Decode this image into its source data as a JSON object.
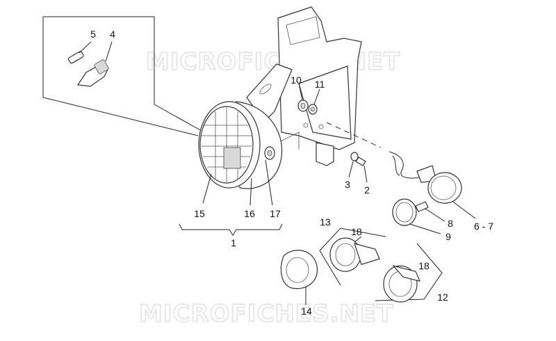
{
  "watermark": "MICROFICHES.NET",
  "labels": {
    "p1": "1",
    "p2": "2",
    "p3": "3",
    "p4": "4",
    "p5": "5",
    "p6_7": "6 - 7",
    "p8": "8",
    "p9": "9",
    "p10": "10",
    "p11": "11",
    "p12": "12",
    "p13": "13",
    "p14": "14",
    "p15": "15",
    "p16": "16",
    "p17": "17",
    "p18a": "18",
    "p18b": "18"
  }
}
